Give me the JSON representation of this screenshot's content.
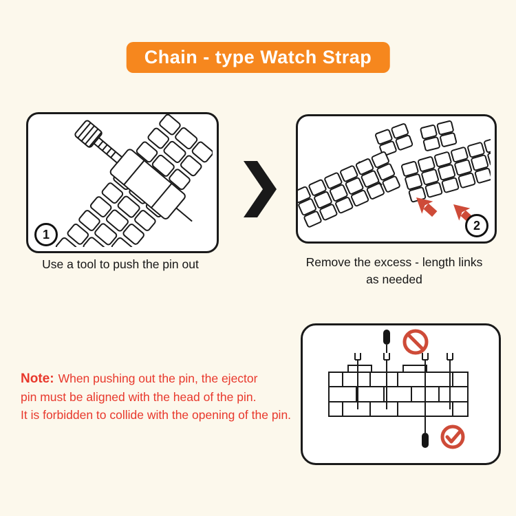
{
  "title": "Chain - type Watch Strap",
  "steps": [
    {
      "number": "1",
      "caption": "Use a tool to push the pin out"
    },
    {
      "number": "2",
      "caption_lines": [
        "Remove the excess - length links",
        "as needed"
      ]
    }
  ],
  "note": {
    "label": "Note:",
    "lines": [
      "When pushing out the pin, the ejector",
      "pin must be aligned with the head of the pin.",
      "It is forbidden to collide with the opening of the pin."
    ]
  },
  "icons": {
    "chevron": "chevron-right-icon",
    "prohibition": "prohibition-icon",
    "check": "check-icon",
    "arrow": "red-arrow-icon"
  },
  "colors": {
    "background": "#FCF8EC",
    "banner": "#F6871E",
    "banner_text": "#FFFFFF",
    "panel_border": "#1A1A1A",
    "note_text": "#E8382C",
    "arrow_red": "#CE4B38",
    "icon_red": "#CE4B38"
  }
}
